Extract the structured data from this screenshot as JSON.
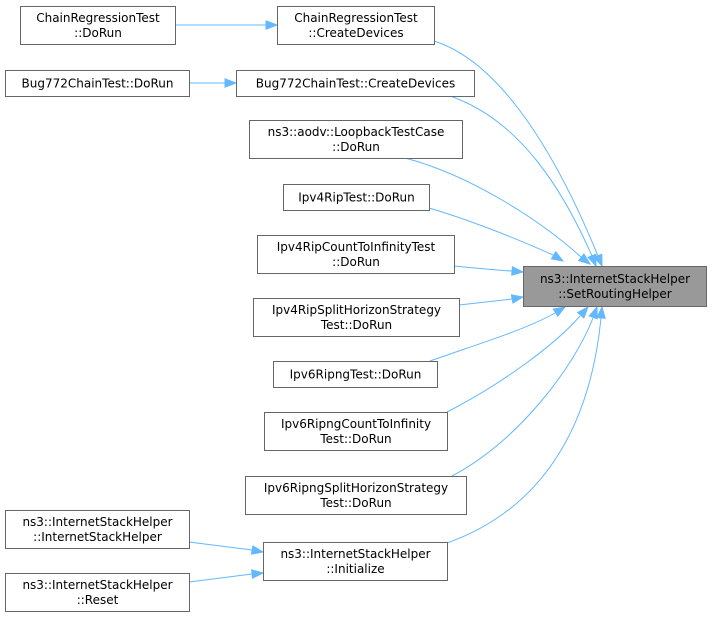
{
  "target": {
    "id": "target",
    "lines": [
      "ns3::InternetStackHelper",
      "::SetRoutingHelper"
    ]
  },
  "nodes": [
    {
      "id": "chainreg-dorun",
      "lines": [
        "ChainRegressionTest",
        "::DoRun"
      ]
    },
    {
      "id": "chainreg-createdevices",
      "lines": [
        "ChainRegressionTest",
        "::CreateDevices"
      ]
    },
    {
      "id": "bug772-dorun",
      "lines": [
        "Bug772ChainTest::DoRun"
      ]
    },
    {
      "id": "bug772-createdevices",
      "lines": [
        "Bug772ChainTest::CreateDevices"
      ]
    },
    {
      "id": "aodv-loopback-dorun",
      "lines": [
        "ns3::aodv::LoopbackTestCase",
        "::DoRun"
      ]
    },
    {
      "id": "ipv4rip-dorun",
      "lines": [
        "Ipv4RipTest::DoRun"
      ]
    },
    {
      "id": "ipv4rip-count-dorun",
      "lines": [
        "Ipv4RipCountToInfinityTest",
        "::DoRun"
      ]
    },
    {
      "id": "ipv4rip-split-dorun",
      "lines": [
        "Ipv4RipSplitHorizonStrategy",
        "Test::DoRun"
      ]
    },
    {
      "id": "ipv6ripng-dorun",
      "lines": [
        "Ipv6RipngTest::DoRun"
      ]
    },
    {
      "id": "ipv6ripng-count-dorun",
      "lines": [
        "Ipv6RipngCountToInfinity",
        "Test::DoRun"
      ]
    },
    {
      "id": "ipv6ripng-split-dorun",
      "lines": [
        "Ipv6RipngSplitHorizonStrategy",
        "Test::DoRun"
      ]
    },
    {
      "id": "ish-ctor",
      "lines": [
        "ns3::InternetStackHelper",
        "::InternetStackHelper"
      ]
    },
    {
      "id": "ish-initialize",
      "lines": [
        "ns3::InternetStackHelper",
        "::Initialize"
      ]
    },
    {
      "id": "ish-reset",
      "lines": [
        "ns3::InternetStackHelper",
        "::Reset"
      ]
    }
  ],
  "edges": [
    {
      "from": "chainreg-dorun",
      "to": "chainreg-createdevices"
    },
    {
      "from": "bug772-dorun",
      "to": "bug772-createdevices"
    },
    {
      "from": "chainreg-createdevices",
      "to": "target"
    },
    {
      "from": "bug772-createdevices",
      "to": "target"
    },
    {
      "from": "aodv-loopback-dorun",
      "to": "target"
    },
    {
      "from": "ipv4rip-dorun",
      "to": "target"
    },
    {
      "from": "ipv4rip-count-dorun",
      "to": "target"
    },
    {
      "from": "ipv4rip-split-dorun",
      "to": "target"
    },
    {
      "from": "ipv6ripng-dorun",
      "to": "target"
    },
    {
      "from": "ipv6ripng-count-dorun",
      "to": "target"
    },
    {
      "from": "ipv6ripng-split-dorun",
      "to": "target"
    },
    {
      "from": "ish-initialize",
      "to": "target"
    },
    {
      "from": "ish-ctor",
      "to": "ish-initialize"
    },
    {
      "from": "ish-reset",
      "to": "ish-initialize"
    }
  ],
  "colors": {
    "edge": "#63b8ff",
    "node_border": "#666666",
    "target_fill": "#999999"
  }
}
